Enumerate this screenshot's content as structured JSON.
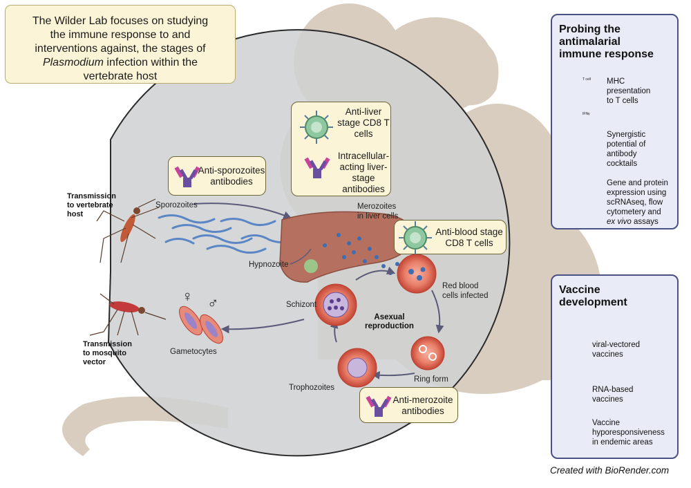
{
  "intro": {
    "line1": "The Wilder Lab focuses on studying",
    "line2": "the immune response to and",
    "line3": "interventions against, the stages of",
    "line4_italic": "Plasmodium",
    "line4_rest": " infection within the",
    "line5": "vertebrate host"
  },
  "callouts": {
    "liver_cd8": [
      "Anti-liver",
      "stage CD8 T",
      "cells"
    ],
    "liver_ab": [
      "Intracellular-",
      "acting liver-",
      "stage",
      "antibodies"
    ],
    "sporozoite_ab": [
      "Anti-sporozoites",
      "antibodies"
    ],
    "blood_cd8": [
      "Anti-blood stage",
      "CD8 T cells"
    ],
    "merozoite_ab": [
      "Anti-merozoite",
      "antibodies"
    ]
  },
  "labels": {
    "transmission_vertebrate": [
      "Transmission",
      "to vertebrate",
      "host"
    ],
    "transmission_mosquito": [
      "Transmission",
      "to mosquito",
      "vector"
    ],
    "sporozoites": "Sporozoites",
    "merozoites": [
      "Merozoites",
      "in liver cells"
    ],
    "hypnozoite": "Hypnozoite",
    "red_blood": [
      "Red blood",
      "cells infected"
    ],
    "schizont": "Schizont",
    "asexual": [
      "Asexual",
      "reproduction"
    ],
    "gametocytes": "Gametocytes",
    "trophozoites": "Trophozoites",
    "ring_form": "Ring form",
    "female_symbol": "♀",
    "male_symbol": "♂"
  },
  "panel_probe": {
    "title": [
      "Probing the",
      "antimalarial",
      "immune response"
    ],
    "item1": [
      "MHC",
      "presentation",
      "to T cells"
    ],
    "item2": [
      "Synergistic",
      "potential of",
      "antibody",
      "cocktails"
    ],
    "item3_lines": [
      "Gene and protein",
      "expression using",
      "scRNAseq, flow",
      "cytometery and"
    ],
    "item3_italic": "ex vivo",
    "item3_rest": " assays",
    "tcell_label": "T cell",
    "ifn_label": "IFNγ"
  },
  "panel_vaccine": {
    "title": [
      "Vaccine",
      "development"
    ],
    "item1": [
      "viral-vectored",
      "vaccines"
    ],
    "item2": [
      "RNA-based",
      "vaccines"
    ],
    "item3": [
      "Vaccine",
      "hyporesponsiveness",
      "in endemic areas"
    ]
  },
  "credit": "Created with BioRender.com",
  "colors": {
    "callout_fill": "#fbf4d6",
    "panel_fill": "#e9ebf6",
    "panel_border": "#4a4f86",
    "circle_fill": "#cfd1d3",
    "monkey": "#d9cdbf",
    "rbc": "#e06a55",
    "liver": "#b5705f"
  }
}
